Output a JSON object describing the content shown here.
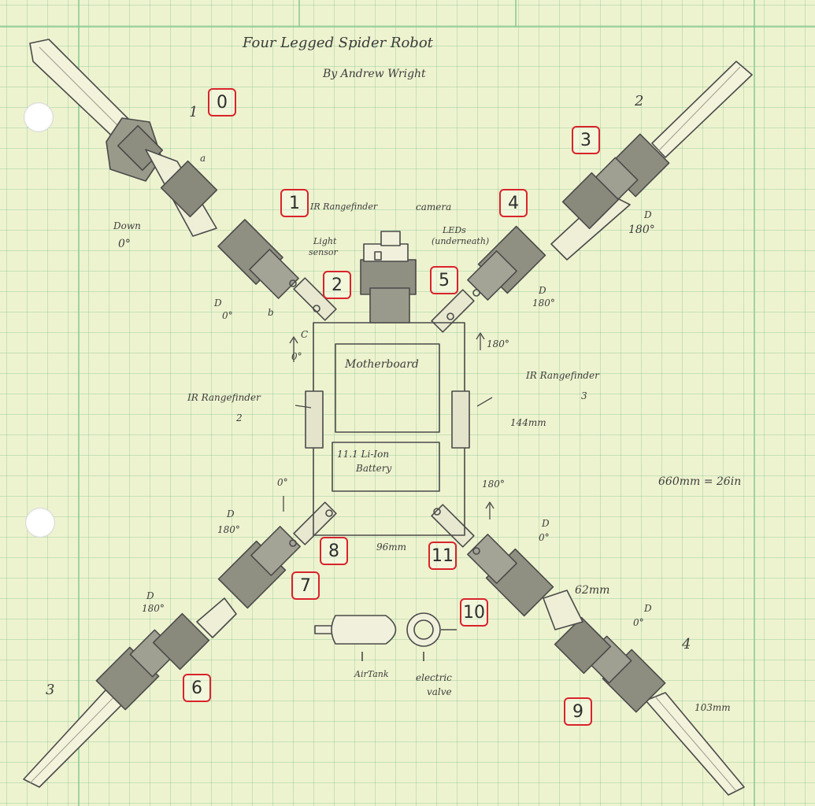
{
  "title": "Four Legged Spider Robot",
  "author": "By Andrew Wright",
  "legs": {
    "leg1": "1",
    "leg2": "2",
    "leg3": "3",
    "leg4": "4"
  },
  "components": {
    "motherboard": "Motherboard",
    "battery_line1": "11.1 Li-Ion",
    "battery_line2": "Battery",
    "ir_front": "IR Rangefinder",
    "ir_left": "IR Rangefinder",
    "ir_left_num": "2",
    "ir_right": "IR Rangefinder",
    "ir_right_num": "3",
    "camera": "camera",
    "leds": "LEDs",
    "leds_sub": "(underneath)",
    "light_sensor_1": "Light",
    "light_sensor_2": "sensor",
    "air_tank": "AirTank",
    "electric_valve_1": "electric",
    "electric_valve_2": "valve"
  },
  "dimensions": {
    "width": "96mm",
    "length": "144mm",
    "segment": "62mm",
    "foot": "103mm",
    "span": "660mm = 26in"
  },
  "angle_labels": {
    "down_label": "Down",
    "zero": "0°",
    "d": "D",
    "one_eighty": "180°",
    "letter_a": "a",
    "letter_b": "b",
    "letter_c": "C"
  },
  "servo_ids": [
    "0",
    "1",
    "2",
    "3",
    "4",
    "5",
    "6",
    "7",
    "8",
    "9",
    "10",
    "11"
  ],
  "colors": {
    "paper": "#eef3cf",
    "grid": "#7fc08c",
    "pencil": "#3c3c3c",
    "highlight_box": "#d8242b"
  }
}
